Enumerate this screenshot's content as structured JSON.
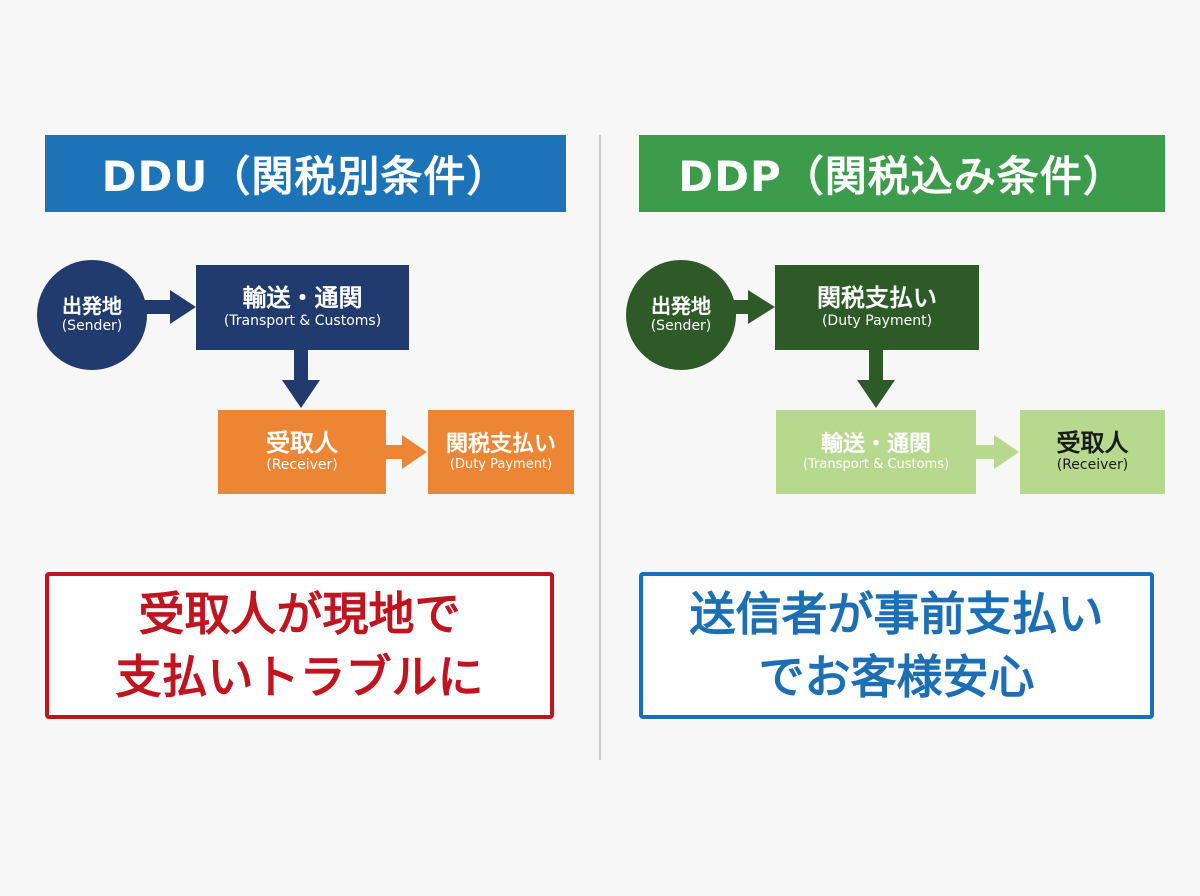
{
  "colors": {
    "ddu_banner": "#1c73b8",
    "ddu_node_dark": "#223b6e",
    "ddu_node_accent": "#ec8634",
    "ddu_message": "#c0141e",
    "ddp_banner": "#3c9c4b",
    "ddp_node_dark": "#2d5a27",
    "ddp_node_light": "#b6d98d",
    "ddp_message": "#1c6fb5"
  },
  "ddu": {
    "title": "DDU（関税別条件）",
    "sender": {
      "jp": "出発地",
      "en": "(Sender)"
    },
    "transport": {
      "jp": "輸送・通関",
      "en": "(Transport & Customs)"
    },
    "receiver": {
      "jp": "受取人",
      "en": "(Receiver)"
    },
    "duty": {
      "jp": "関税支払い",
      "en": "(Duty Payment)"
    },
    "message": {
      "line1": "受取人が現地で",
      "line2": "支払いトラブルに"
    }
  },
  "ddp": {
    "title": "DDP（関税込み条件）",
    "sender": {
      "jp": "出発地",
      "en": "(Sender)"
    },
    "duty": {
      "jp": "関税支払い",
      "en": "(Duty Payment)"
    },
    "transport": {
      "jp": "輸送・通関",
      "en": "(Transport & Customs)"
    },
    "receiver": {
      "jp": "受取人",
      "en": "(Receiver)"
    },
    "message": {
      "line1": "送信者が事前支払い",
      "line2": "でお客様安心"
    }
  }
}
